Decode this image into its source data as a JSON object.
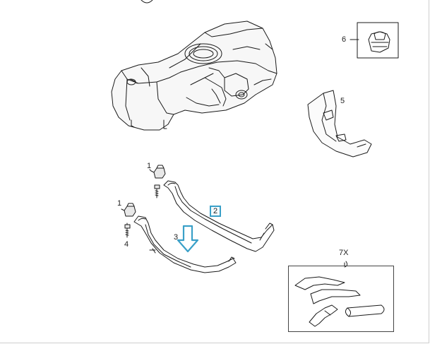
{
  "diagram": {
    "parts": {
      "p1a": "1",
      "p1b": "1",
      "p2": "2",
      "p3": "3",
      "p4": "4",
      "p5": "5",
      "p6": "6",
      "p7": "7X"
    },
    "colors": {
      "line": "#1a1a1a",
      "highlight": "#3aa0c8",
      "fill_tank": "#f5f5f5"
    },
    "icons": [
      "down-arrow-icon"
    ]
  }
}
